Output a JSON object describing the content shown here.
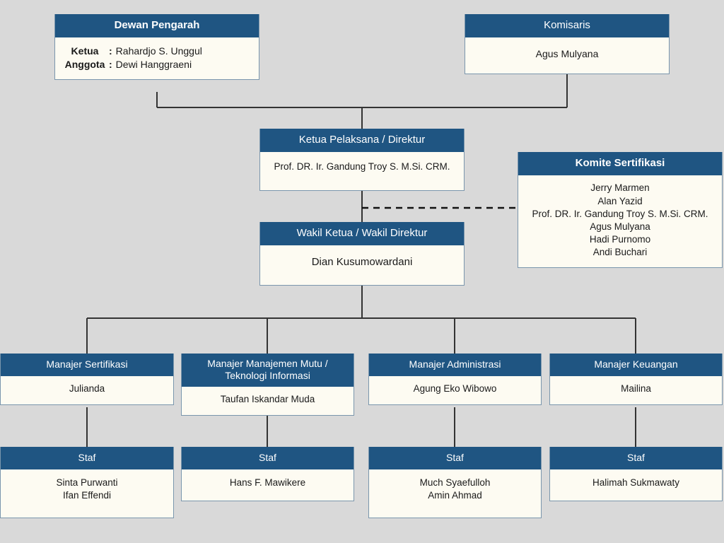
{
  "theme": {
    "background": "#d9d9d9",
    "header_fill": "#1f5582",
    "header_text": "#ffffff",
    "body_fill": "#fdfbf2",
    "body_border": "#7a96ad",
    "connector": "#333333"
  },
  "nodes": {
    "dewan_pengarah": {
      "title": "Dewan Pengarah",
      "rows": [
        {
          "key": "Ketua",
          "sep": ":",
          "value": "Rahardjo S. Unggul"
        },
        {
          "key": "Anggota",
          "sep": ":",
          "value": "Dewi Hanggraeni"
        }
      ]
    },
    "komisaris": {
      "title": "Komisaris",
      "members": [
        "Agus Mulyana"
      ]
    },
    "direktur": {
      "title": "Ketua Pelaksana / Direktur",
      "members": [
        "Prof. DR. Ir. Gandung Troy S. M.Si. CRM."
      ]
    },
    "komite_sertifikasi": {
      "title": "Komite Sertifikasi",
      "members": [
        "Jerry Marmen",
        "Alan Yazid",
        "Prof. DR. Ir. Gandung Troy S. M.Si. CRM.",
        "Agus Mulyana",
        "Hadi Purnomo",
        "Andi Buchari"
      ]
    },
    "wakil_direktur": {
      "title": "Wakil Ketua / Wakil Direktur",
      "members": [
        "Dian Kusumowardani"
      ]
    },
    "manajer_sertifikasi": {
      "title": "Manajer Sertifikasi",
      "members": [
        "Julianda"
      ]
    },
    "manajer_mutu_ti": {
      "title_line1": "Manajer Manajemen Mutu /",
      "title_line2": "Teknologi Informasi",
      "members": [
        "Taufan Iskandar Muda"
      ]
    },
    "manajer_administrasi": {
      "title": "Manajer Administrasi",
      "members": [
        "Agung Eko Wibowo"
      ]
    },
    "manajer_keuangan": {
      "title": "Manajer Keuangan",
      "members": [
        "Mailina"
      ]
    },
    "staf_sertifikasi": {
      "title": "Staf",
      "members": [
        "Sinta Purwanti",
        "Ifan Effendi"
      ]
    },
    "staf_mutu_ti": {
      "title": "Staf",
      "members": [
        "Hans F. Mawikere"
      ]
    },
    "staf_administrasi": {
      "title": "Staf",
      "members": [
        "Much Syaefulloh",
        "Amin Ahmad"
      ]
    },
    "staf_keuangan": {
      "title": "Staf",
      "members": [
        "Halimah Sukmawaty"
      ]
    }
  }
}
